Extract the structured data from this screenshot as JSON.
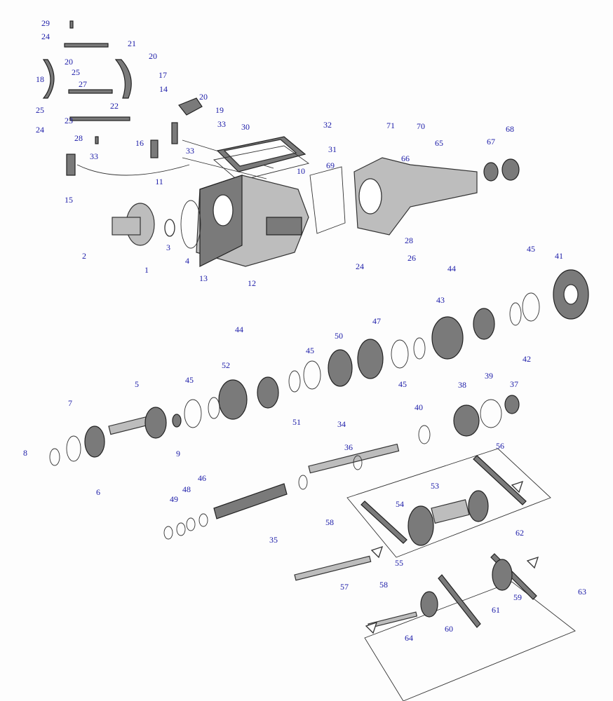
{
  "labels": [
    "29",
    "24",
    "21",
    "20",
    "20",
    "25",
    "17",
    "18",
    "27",
    "22",
    "14",
    "20",
    "19",
    "25",
    "23",
    "24",
    "28",
    "33",
    "30",
    "32",
    "71",
    "70",
    "68",
    "16",
    "33",
    "31",
    "67",
    "65",
    "66",
    "33",
    "69",
    "10",
    "11",
    "15",
    "28",
    "24",
    "26",
    "2",
    "3",
    "4",
    "1",
    "13",
    "12",
    "44",
    "45",
    "41",
    "43",
    "42",
    "47",
    "50",
    "45",
    "44",
    "52",
    "45",
    "5",
    "51",
    "45",
    "38",
    "39",
    "37",
    "40",
    "7",
    "34",
    "36",
    "56",
    "8",
    "9",
    "6",
    "53",
    "54",
    "46",
    "48",
    "49",
    "35",
    "58",
    "62",
    "55",
    "57",
    "58",
    "63",
    "59",
    "61",
    "60",
    "64"
  ],
  "colors": {
    "label": "#1b1ba8",
    "part": "#bdbdbd",
    "outline": "#333333"
  }
}
